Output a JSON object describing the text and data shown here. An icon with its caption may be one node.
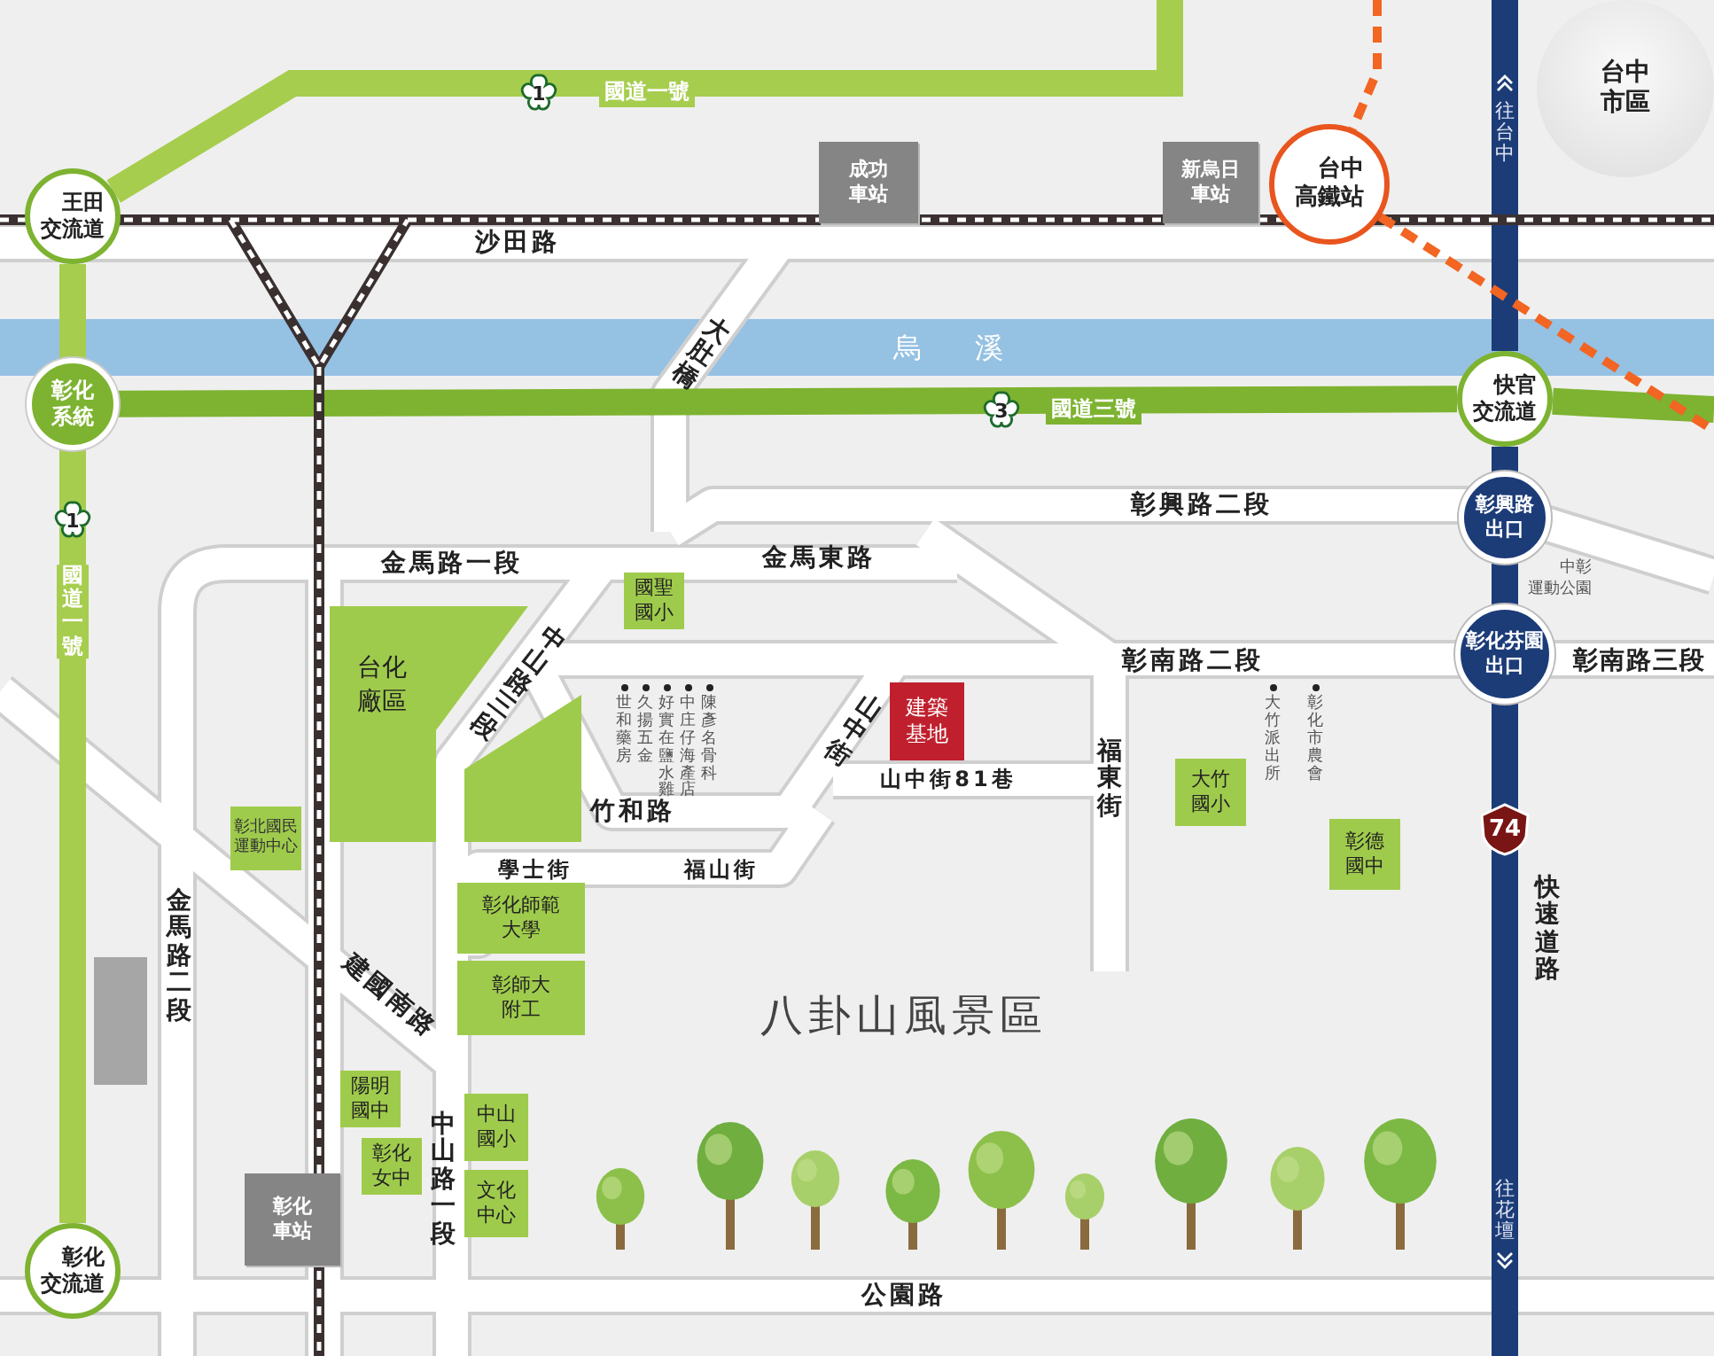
{
  "diagram": {
    "nodes": [
      {
        "text": [
          "王田交流道"
        ]
      },
      {
        "text": [
          "彰化系統"
        ]
      },
      {
        "text": [
          "彰化交流道"
        ]
      },
      {
        "text": [
          "台中高鐵站"
        ]
      },
      {
        "text": [
          "快官交流道"
        ]
      },
      {
        "text": [
          "彰興路出口"
        ]
      },
      {
        "text": [
          "彰化芬園出口"
        ]
      },
      {
        "text": [
          "台中市區"
        ]
      },
      {
        "text": [
          "成功車站"
        ]
      },
      {
        "text": [
          "新烏日車站"
        ]
      },
      {
        "text": [
          "國聖國小"
        ]
      },
      {
        "text": [
          "台化廠區"
        ]
      },
      {
        "text": [
          "彰北國民運動中心"
        ]
      },
      {
        "text": [],
        "shape": "box"
      },
      {
        "text": [
          "建築基地"
        ]
      },
      {
        "text": [
          "大竹國小"
        ]
      },
      {
        "text": [
          "彰德國中"
        ]
      },
      {
        "text": [
          "彰化師範大學"
        ]
      },
      {
        "text": [
          "彰師大附工"
        ]
      },
      {
        "text": [
          "陽明國中"
        ]
      },
      {
        "text": [
          "彰化女中"
        ]
      },
      {
        "text": [
          "中山國小"
        ]
      },
      {
        "text": [
          "文化中心"
        ]
      },
      {
        "text": [
          "彰化車站"
        ]
      }
    ],
    "edges": [
      {
        "from": 0,
        "to": null,
        "arrow": "none",
        "label": "國道一號",
        "color": "#a6cd4e"
      },
      {
        "from": 0,
        "to": 1,
        "arrow": "none",
        "color": "#a6cd4e"
      },
      {
        "from": 1,
        "to": 2,
        "arrow": "none",
        "label": "國道一號",
        "color": "#a6cd4e"
      },
      {
        "from": 1,
        "to": 4,
        "arrow": "none",
        "label": "國道三號",
        "color": "#7db330"
      },
      {
        "from": 4,
        "to": null,
        "arrow": "none",
        "color": "#7db330"
      },
      {
        "from": null,
        "to": 4,
        "arrow": "none",
        "color": "#1c3c78"
      },
      {
        "from": 4,
        "to": 5,
        "arrow": "none",
        "color": "#1c3c78"
      },
      {
        "from": 5,
        "to": 6,
        "arrow": "none",
        "color": "#1c3c78"
      },
      {
        "from": 6,
        "to": null,
        "arrow": "none",
        "color": "#1c3c78"
      },
      {
        "from": null,
        "to": 3,
        "arrow": "none",
        "style": "dashed",
        "color": "#f26522"
      },
      {
        "from": 3,
        "to": null,
        "arrow": "none",
        "style": "dashed",
        "color": "#f26522"
      }
    ],
    "labels": [
      "1",
      "沙田路",
      "大肚橋",
      "烏溪",
      "3",
      "往台中",
      "彰興路二段",
      "1",
      "金馬路一段",
      "金馬東路",
      "中彰運動公園",
      "彰南路二段",
      "彰南路三段",
      "中山路三段",
      "世和藥房",
      "久揚五金",
      "好實在鹽水雞",
      "中庄仔海產店",
      "陳彥名骨科",
      "山中街",
      "大竹派出所",
      "彰化市農會",
      "山中街81巷",
      "福東街",
      "竹和路",
      "74",
      "快速道路",
      "學士街",
      "福山街",
      "金馬路二段",
      "建國南路",
      "八卦山風景區",
      "中山路一段",
      "往花壇",
      "公園路"
    ]
  }
}
